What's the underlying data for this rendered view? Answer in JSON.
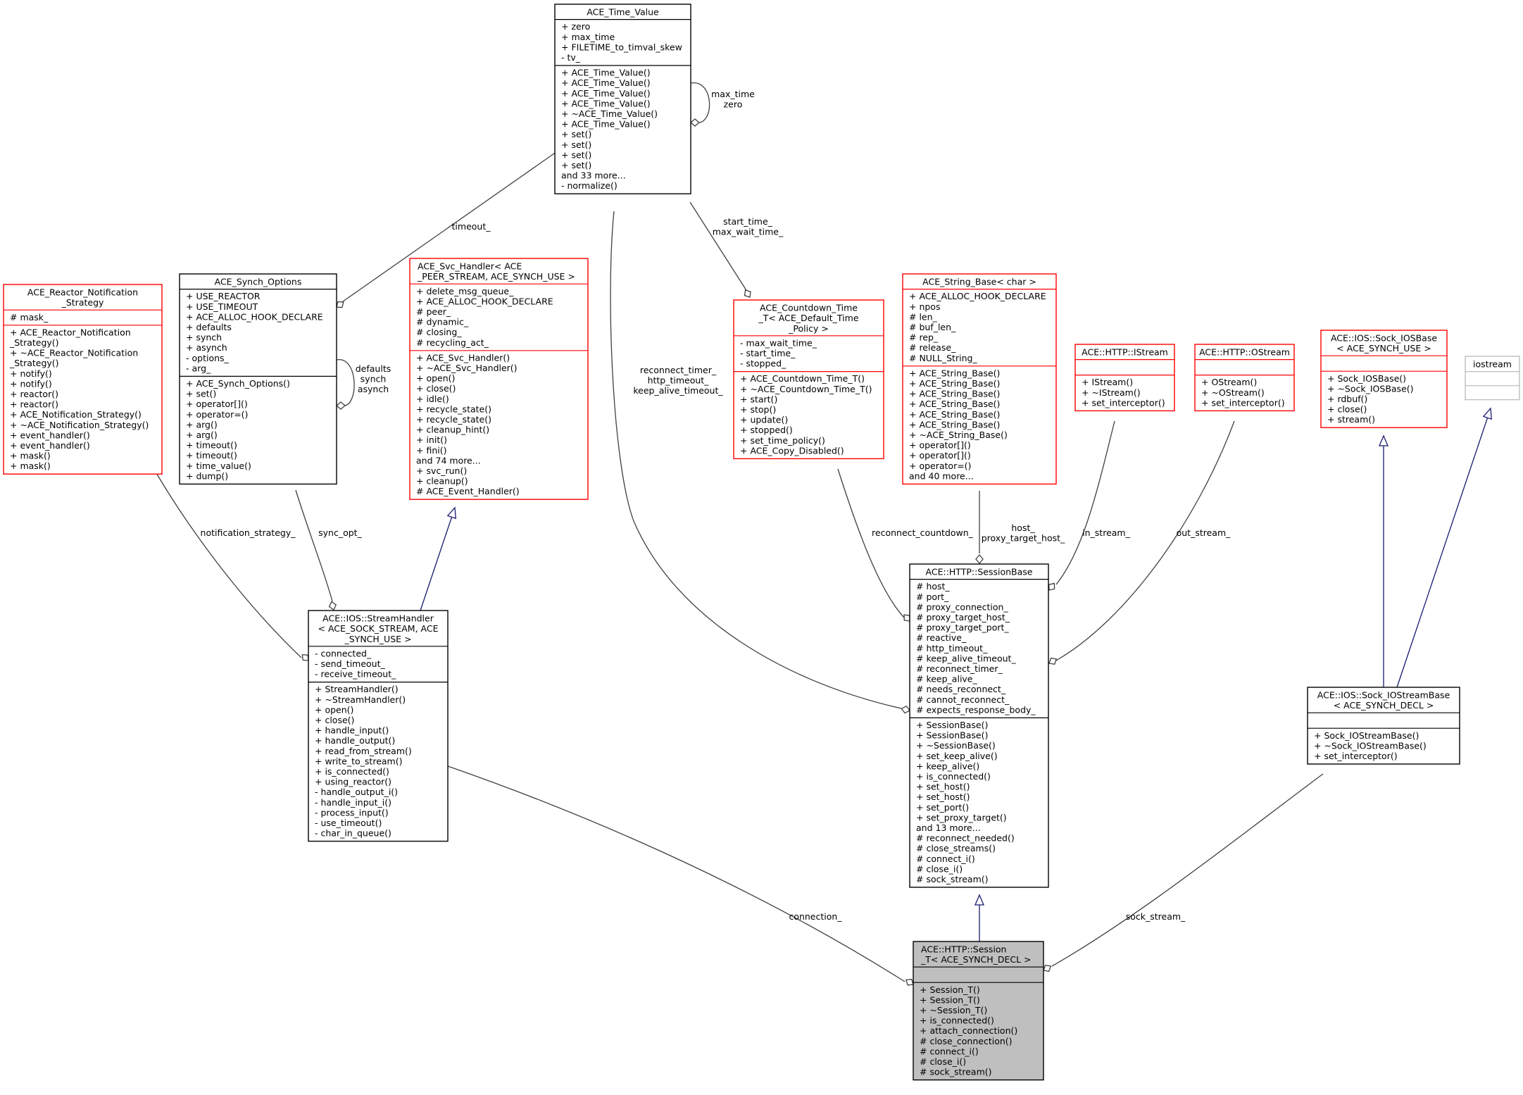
{
  "colors": {
    "black_border": "#000000",
    "red_border": "#ff0000",
    "gray_border": "#bfbfbf",
    "focus_fill": "#bfbfbf",
    "edge": "#404040",
    "inherit_edge": "#191970"
  },
  "classes": {
    "time_value": {
      "title": [
        "ACE_Time_Value"
      ],
      "sections": [
        [
          "+ zero",
          "+ max_time",
          "+ FILETIME_to_timval_skew",
          "- tv_"
        ],
        [
          "+ ACE_Time_Value()",
          "+ ACE_Time_Value()",
          "+ ACE_Time_Value()",
          "+ ACE_Time_Value()",
          "+ ~ACE_Time_Value()",
          "+ ACE_Time_Value()",
          "+ set()",
          "+ set()",
          "+ set()",
          "+ set()",
          "and 33 more...",
          "- normalize()"
        ]
      ]
    },
    "reactor_notification": {
      "title": [
        "ACE_Reactor_Notification",
        "_Strategy"
      ],
      "sections": [
        [
          "# mask_"
        ],
        [
          "+ ACE_Reactor_Notification",
          "_Strategy()",
          "+ ~ACE_Reactor_Notification",
          "_Strategy()",
          "+ notify()",
          "+ notify()",
          "+ reactor()",
          "+ reactor()",
          "+ ACE_Notification_Strategy()",
          "+ ~ACE_Notification_Strategy()",
          "+ event_handler()",
          "+ event_handler()",
          "+ mask()",
          "+ mask()"
        ]
      ]
    },
    "synch_options": {
      "title": [
        "ACE_Synch_Options"
      ],
      "sections": [
        [
          "+ USE_REACTOR",
          "+ USE_TIMEOUT",
          "+ ACE_ALLOC_HOOK_DECLARE",
          "+ defaults",
          "+ synch",
          "+ asynch",
          "- options_",
          "- arg_"
        ],
        [
          "+ ACE_Synch_Options()",
          "+ set()",
          "+ operator[]()",
          "+ operator=()",
          "+ arg()",
          "+ arg()",
          "+ timeout()",
          "+ timeout()",
          "+ time_value()",
          "+ dump()"
        ]
      ]
    },
    "svc_handler": {
      "title": [
        "ACE_Svc_Handler< ACE",
        "_PEER_STREAM, ACE_SYNCH_USE >"
      ],
      "sections": [
        [
          "+ delete_msg_queue_",
          "+ ACE_ALLOC_HOOK_DECLARE",
          "# peer_",
          "# dynamic_",
          "# closing_",
          "# recycling_act_"
        ],
        [
          "+ ACE_Svc_Handler()",
          "+ ~ACE_Svc_Handler()",
          "+ open()",
          "+ close()",
          "+ idle()",
          "+ recycle_state()",
          "+ recycle_state()",
          "+ cleanup_hint()",
          "+ init()",
          "+ fini()",
          "and 74 more...",
          "+ svc_run()",
          "+ cleanup()",
          "# ACE_Event_Handler()"
        ]
      ]
    },
    "countdown": {
      "title": [
        "ACE_Countdown_Time",
        "_T< ACE_Default_Time",
        "_Policy >"
      ],
      "sections": [
        [
          "- max_wait_time_",
          "- start_time_",
          "- stopped_"
        ],
        [
          "+ ACE_Countdown_Time_T()",
          "+ ~ACE_Countdown_Time_T()",
          "+ start()",
          "+ stop()",
          "+ update()",
          "+ stopped()",
          "+ set_time_policy()",
          "+ ACE_Copy_Disabled()"
        ]
      ]
    },
    "string_base": {
      "title": [
        "ACE_String_Base< char >"
      ],
      "sections": [
        [
          "+ ACE_ALLOC_HOOK_DECLARE",
          "+ npos",
          "# len_",
          "# buf_len_",
          "# rep_",
          "# release_",
          "# NULL_String_"
        ],
        [
          "+ ACE_String_Base()",
          "+ ACE_String_Base()",
          "+ ACE_String_Base()",
          "+ ACE_String_Base()",
          "+ ACE_String_Base()",
          "+ ACE_String_Base()",
          "+ ~ACE_String_Base()",
          "+ operator[]()",
          "+ operator[]()",
          "+ operator=()",
          "and 40 more..."
        ]
      ]
    },
    "istream": {
      "title": [
        "ACE::HTTP::IStream"
      ],
      "sections": [
        [],
        [
          "+ IStream()",
          "+ ~IStream()",
          "+ set_interceptor()"
        ]
      ]
    },
    "ostream": {
      "title": [
        "ACE::HTTP::OStream"
      ],
      "sections": [
        [],
        [
          "+ OStream()",
          "+ ~OStream()",
          "+ set_interceptor()"
        ]
      ]
    },
    "sock_iosbase": {
      "title": [
        "ACE::IOS::Sock_IOSBase",
        "< ACE_SYNCH_USE >"
      ],
      "sections": [
        [],
        [
          "+ Sock_IOSBase()",
          "+ ~Sock_IOSBase()",
          "+ rdbuf()",
          "+ close()",
          "+ stream()"
        ]
      ]
    },
    "iostream": {
      "title": [
        "iostream"
      ],
      "sections": [
        [],
        []
      ]
    },
    "stream_handler": {
      "title": [
        "ACE::IOS::StreamHandler",
        "< ACE_SOCK_STREAM, ACE",
        "_SYNCH_USE >"
      ],
      "sections": [
        [
          "- connected_",
          "- send_timeout_",
          "- receive_timeout_"
        ],
        [
          "+ StreamHandler()",
          "+ ~StreamHandler()",
          "+ open()",
          "+ close()",
          "+ handle_input()",
          "+ handle_output()",
          "+ read_from_stream()",
          "+ write_to_stream()",
          "+ is_connected()",
          "+ using_reactor()",
          "- handle_output_i()",
          "- handle_input_i()",
          "- process_input()",
          "- use_timeout()",
          "- char_in_queue()"
        ]
      ]
    },
    "session_base": {
      "title": [
        "ACE::HTTP::SessionBase"
      ],
      "sections": [
        [
          "# host_",
          "# port_",
          "# proxy_connection_",
          "# proxy_target_host_",
          "# proxy_target_port_",
          "# reactive_",
          "# http_timeout_",
          "# keep_alive_timeout_",
          "# reconnect_timer_",
          "# keep_alive_",
          "# needs_reconnect_",
          "# cannot_reconnect_",
          "# expects_response_body_"
        ],
        [
          "+ SessionBase()",
          "+ SessionBase()",
          "+ ~SessionBase()",
          "+ set_keep_alive()",
          "+ keep_alive()",
          "+ is_connected()",
          "+ set_host()",
          "+ set_host()",
          "+ set_port()",
          "+ set_proxy_target()",
          "and 13 more...",
          "# reconnect_needed()",
          "# close_streams()",
          "# connect_i()",
          "# close_i()",
          "# sock_stream()"
        ]
      ]
    },
    "sock_iostreambase": {
      "title": [
        "ACE::IOS::Sock_IOStreamBase",
        "< ACE_SYNCH_DECL >"
      ],
      "sections": [
        [],
        [
          "+ Sock_IOStreamBase()",
          "+ ~Sock_IOStreamBase()",
          "+ set_interceptor()"
        ]
      ]
    },
    "session_t": {
      "title": [
        "ACE::HTTP::Session",
        "_T< ACE_SYNCH_DECL >"
      ],
      "sections": [
        [],
        [
          "+ Session_T()",
          "+ Session_T()",
          "+ ~Session_T()",
          "+ is_connected()",
          "+ attach_connection()",
          "# close_connection()",
          "# connect_i()",
          "# close_i()",
          "# sock_stream()"
        ]
      ]
    }
  },
  "edge_labels": {
    "time_value_self": [
      "max_time",
      "zero"
    ],
    "timeout": [
      "timeout_"
    ],
    "start_time": [
      "start_time_",
      "max_wait_time_"
    ],
    "reconnect_timer": [
      "reconnect_timer_",
      "http_timeout_",
      "keep_alive_timeout_"
    ],
    "synch_self": [
      "defaults",
      "synch",
      "asynch"
    ],
    "notification_strategy": [
      "notification_strategy_"
    ],
    "sync_opt": [
      "sync_opt_"
    ],
    "reconnect_countdown": [
      "reconnect_countdown_"
    ],
    "host": [
      "host_",
      "proxy_target_host_"
    ],
    "in_stream": [
      "in_stream_"
    ],
    "out_stream": [
      "out_stream_"
    ],
    "connection": [
      "connection_"
    ],
    "sock_stream": [
      "sock_stream_"
    ]
  }
}
